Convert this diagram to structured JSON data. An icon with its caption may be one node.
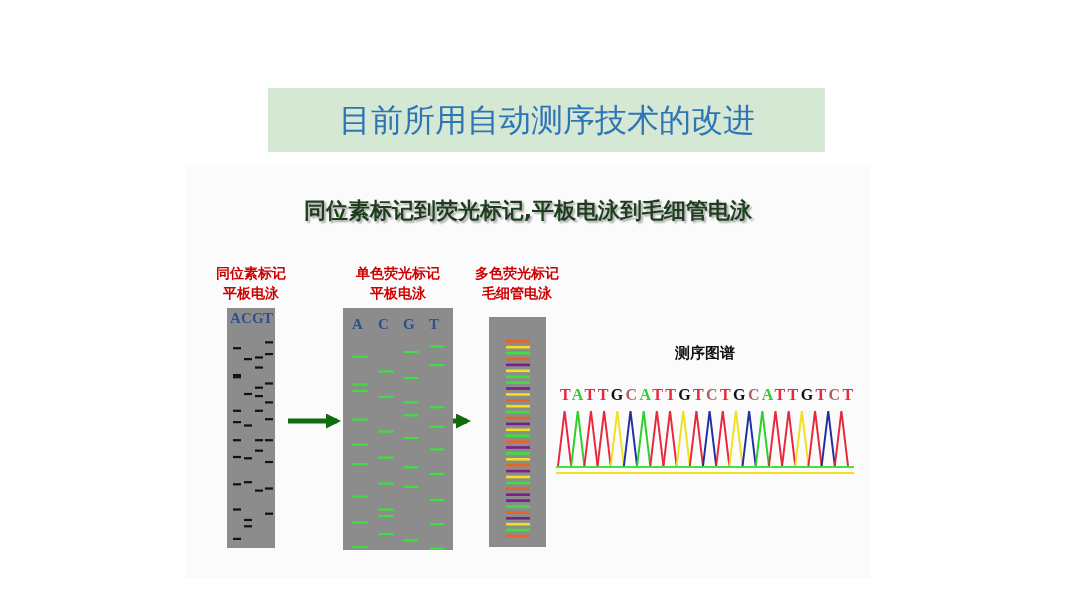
{
  "diagram": {
    "title": "目前所用自动测序技术的改进",
    "nodes": [
      {
        "text": [
          "同位素标记平板电泳",
          "A",
          "C",
          "G",
          "T"
        ]
      },
      {
        "text": [
          "单色荧光标记平板电泳",
          "A",
          "C",
          "G",
          "T"
        ]
      },
      {
        "text": [
          "多色荧光标记毛细管电泳"
        ]
      }
    ],
    "edges": [
      {
        "from": 0,
        "to": 1,
        "arrow": "to"
      },
      {
        "from": 1,
        "to": 2,
        "arrow": "to"
      }
    ],
    "labels": [
      "同位素标记到荧光标记,平板电泳到毛细管电泳",
      "测序图谱",
      "TATTGCATTGTCTGCATTGTCT"
    ]
  }
}
